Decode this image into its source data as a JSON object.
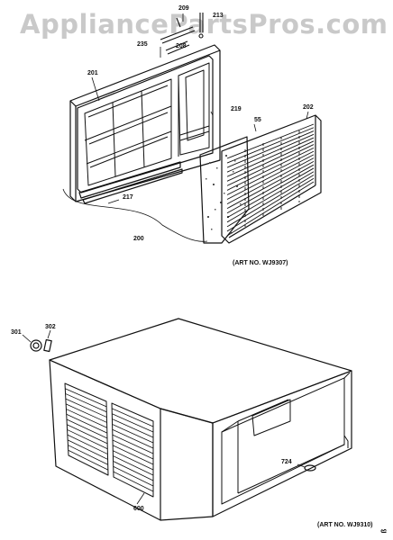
{
  "watermark": "AppliancePartsPros.com",
  "top_assembly": {
    "art_number": "(ART NO. WJ9307)",
    "callouts": [
      "209",
      "213",
      "235",
      "208",
      "201",
      "219",
      "55",
      "202",
      "217",
      "200"
    ]
  },
  "bottom_assembly": {
    "art_number": "(ART NO. WJ9310)",
    "callouts": [
      "301",
      "302",
      "724",
      "600"
    ]
  },
  "corner_mark": "ß"
}
